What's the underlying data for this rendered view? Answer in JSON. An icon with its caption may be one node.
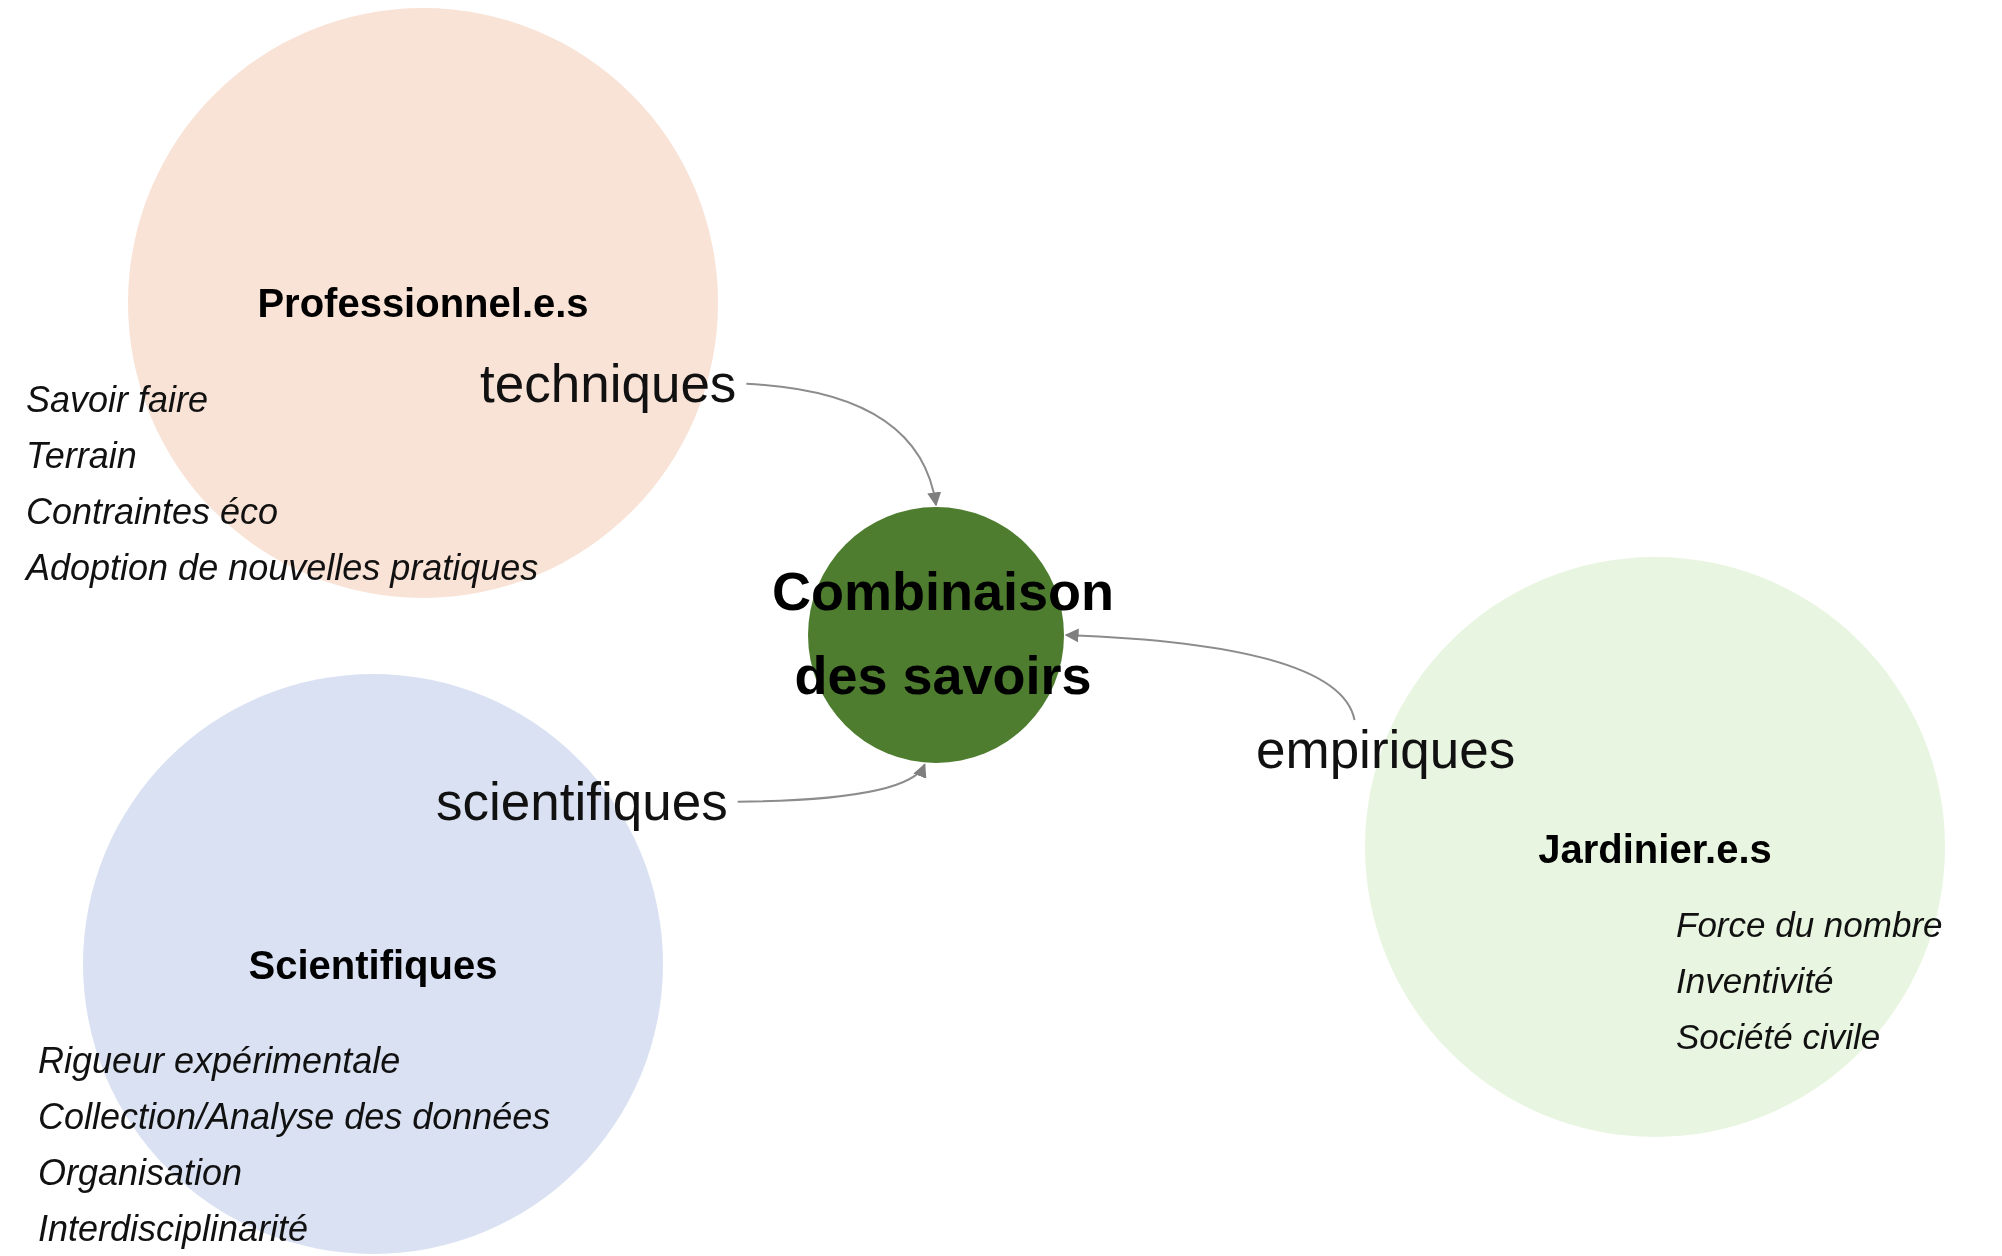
{
  "diagram": {
    "nodes": [
      {
        "text": [
          "Professionnel.e.s",
          "Savoir faire",
          "Terrain",
          "Contraintes éco",
          "Adoption de nouvelles pratiques"
        ]
      },
      {
        "text": [
          "techniques"
        ]
      },
      {
        "text": [
          "Combinaison des savoirs"
        ]
      },
      {
        "text": [
          "Scientifiques",
          "Rigueur expérimentale",
          "Collection/Analyse des données",
          "Organisation",
          "Interdisciplinarité"
        ]
      },
      {
        "text": [
          "scientifiques"
        ]
      },
      {
        "text": [
          "Jardinier.e.s",
          "Force du nombre",
          "Inventivité",
          "Société civile"
        ]
      },
      {
        "text": [
          "empiriques"
        ]
      }
    ],
    "edges": [
      {
        "from": 1,
        "to": 2,
        "arrow": "to"
      },
      {
        "from": 4,
        "to": 2,
        "arrow": "to"
      },
      {
        "from": 6,
        "to": 2,
        "arrow": "to"
      }
    ]
  }
}
